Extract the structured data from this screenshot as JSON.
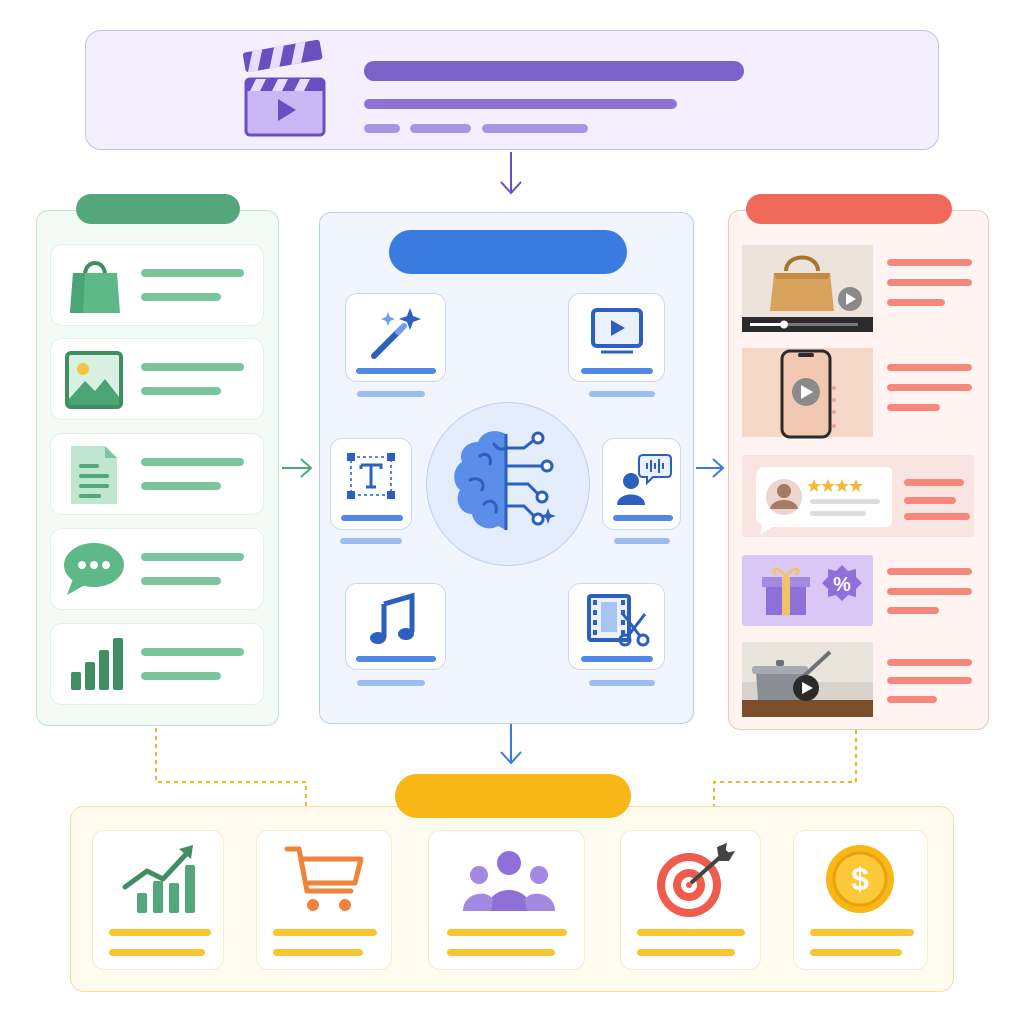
{
  "colors": {
    "purple": "#7b62c9",
    "green": "#53a77b",
    "blue": "#3a7be0",
    "red": "#f06a5b",
    "yellow": "#f9b617"
  },
  "header": {
    "icon": "clapperboard-icon"
  },
  "inputs_panel": {
    "items": [
      {
        "icon": "shopping-bag-icon"
      },
      {
        "icon": "image-icon"
      },
      {
        "icon": "document-icon"
      },
      {
        "icon": "chat-bubble-icon"
      },
      {
        "icon": "bar-chart-icon"
      }
    ]
  },
  "ai_panel": {
    "center_icon": "ai-brain-icon",
    "tools": [
      {
        "icon": "magic-wand-icon"
      },
      {
        "icon": "video-play-icon"
      },
      {
        "icon": "text-box-icon"
      },
      {
        "icon": "voiceover-icon"
      },
      {
        "icon": "music-note-icon"
      },
      {
        "icon": "film-cut-icon"
      }
    ]
  },
  "outputs_panel": {
    "items": [
      {
        "icon": "handbag-video-thumbnail"
      },
      {
        "icon": "phone-video-thumbnail"
      },
      {
        "icon": "review-card-thumbnail"
      },
      {
        "icon": "gift-discount-thumbnail"
      },
      {
        "icon": "cooking-video-thumbnail"
      }
    ]
  },
  "results_panel": {
    "items": [
      {
        "icon": "growth-chart-icon"
      },
      {
        "icon": "shopping-cart-icon"
      },
      {
        "icon": "audience-icon"
      },
      {
        "icon": "target-icon"
      },
      {
        "icon": "dollar-coin-icon"
      }
    ]
  }
}
